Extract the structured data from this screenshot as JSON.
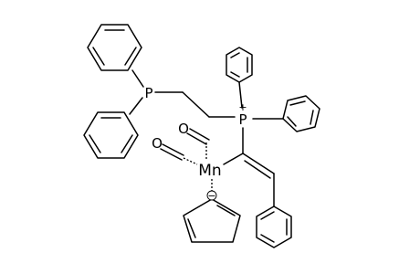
{
  "atoms": {
    "p_neutral": "P",
    "p_cation": "P",
    "mn": "Mn",
    "o_upper": "O",
    "o_lower": "O"
  },
  "charges": {
    "p_cation": "+",
    "cyclopentadienyl": "−"
  }
}
